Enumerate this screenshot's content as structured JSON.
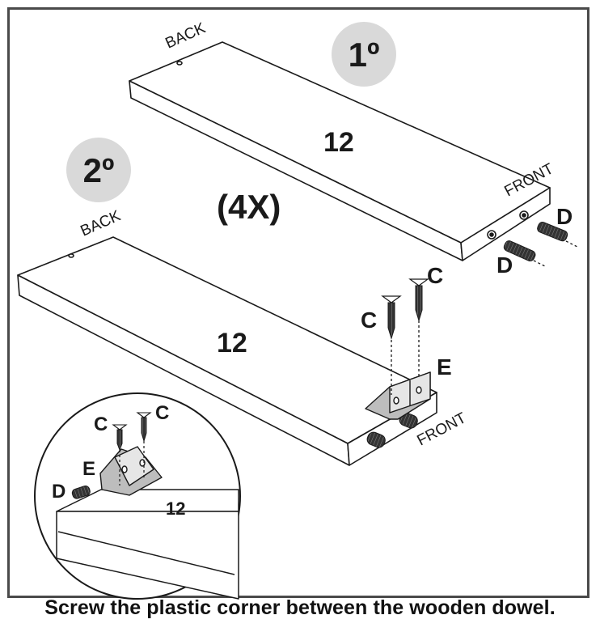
{
  "steps": {
    "step1": "1º",
    "step2": "2º"
  },
  "quantity": "(4X)",
  "panel_top": {
    "back": "BACK",
    "front": "FRONT",
    "part_number": "12"
  },
  "panel_bottom": {
    "back": "BACK",
    "front": "FRONT",
    "part_number": "12"
  },
  "parts": {
    "dowel_a": "D",
    "dowel_b": "D",
    "screw_left": "C",
    "screw_right": "C",
    "corner_bracket": "E"
  },
  "detail": {
    "screw_left": "C",
    "screw_right": "C",
    "corner_bracket": "E",
    "dowel": "D",
    "part_number": "12"
  },
  "caption": "Screw the plastic corner between the wooden dowel.",
  "colors": {
    "line": "#1a1a1a",
    "badge": "#d9d9d9",
    "frame": "#4a4a4a"
  }
}
